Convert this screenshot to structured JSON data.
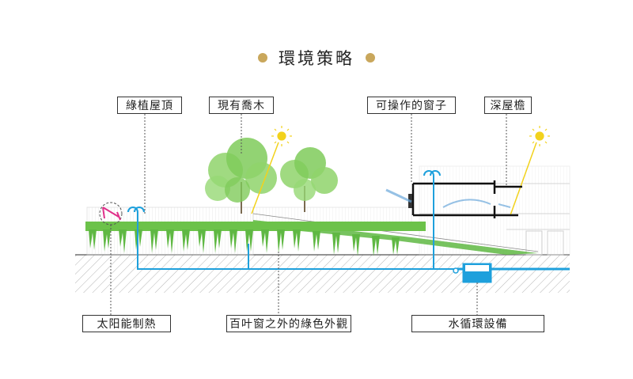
{
  "title": "環境策略",
  "labels": {
    "green_roof": "綠植屋頂",
    "existing_trees": "現有喬木",
    "operable_windows": "可操作的窗子",
    "deep_eaves": "深屋檐",
    "solar_heating": "太阳能制熱",
    "louver_facade": "百叶窗之外的綠色外觀",
    "water_cycle": "水循環設備"
  },
  "colors": {
    "accent_dot": "#c9a75c",
    "water": "#1ea0dc",
    "green": "#5fb843",
    "sun": "#f2d21c",
    "solar_panel": "#e0308a"
  }
}
